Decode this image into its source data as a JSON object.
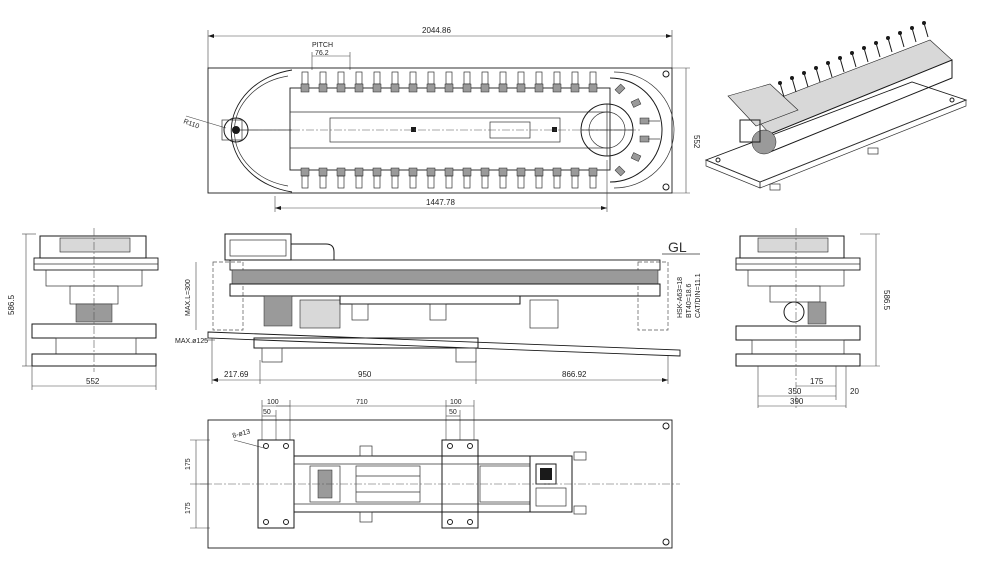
{
  "dimensions": {
    "top_overall_length": "2044.86",
    "top_pitch_label": "PITCH",
    "top_pitch_value": "76.2",
    "top_radius": "R110",
    "top_width": "552",
    "top_center_distance": "1447.78",
    "left_height": "586.5",
    "left_width": "552",
    "front_max_len": "MAX.L=300",
    "front_max_dia": "MAX.ø125",
    "front_seg_1": "217.69",
    "front_seg_2": "950",
    "front_seg_3": "866.92",
    "front_gl": "GL",
    "front_spec_1": "HSK-A63=18",
    "front_spec_2": "BT40=18.6",
    "front_spec_3": "CAT/DIN=11.1",
    "right_height": "586.5",
    "right_dim_175": "175",
    "right_dim_350": "350",
    "right_dim_20": "20",
    "right_dim_390": "390",
    "bottom_100_a": "100",
    "bottom_50_a": "50",
    "bottom_710": "710",
    "bottom_100_b": "100",
    "bottom_50_b": "50",
    "bottom_hole": "8-ø13",
    "bottom_175_top": "175",
    "bottom_175_bot": "175"
  },
  "colors": {
    "line": "#1a1a1a",
    "background": "#ffffff"
  }
}
